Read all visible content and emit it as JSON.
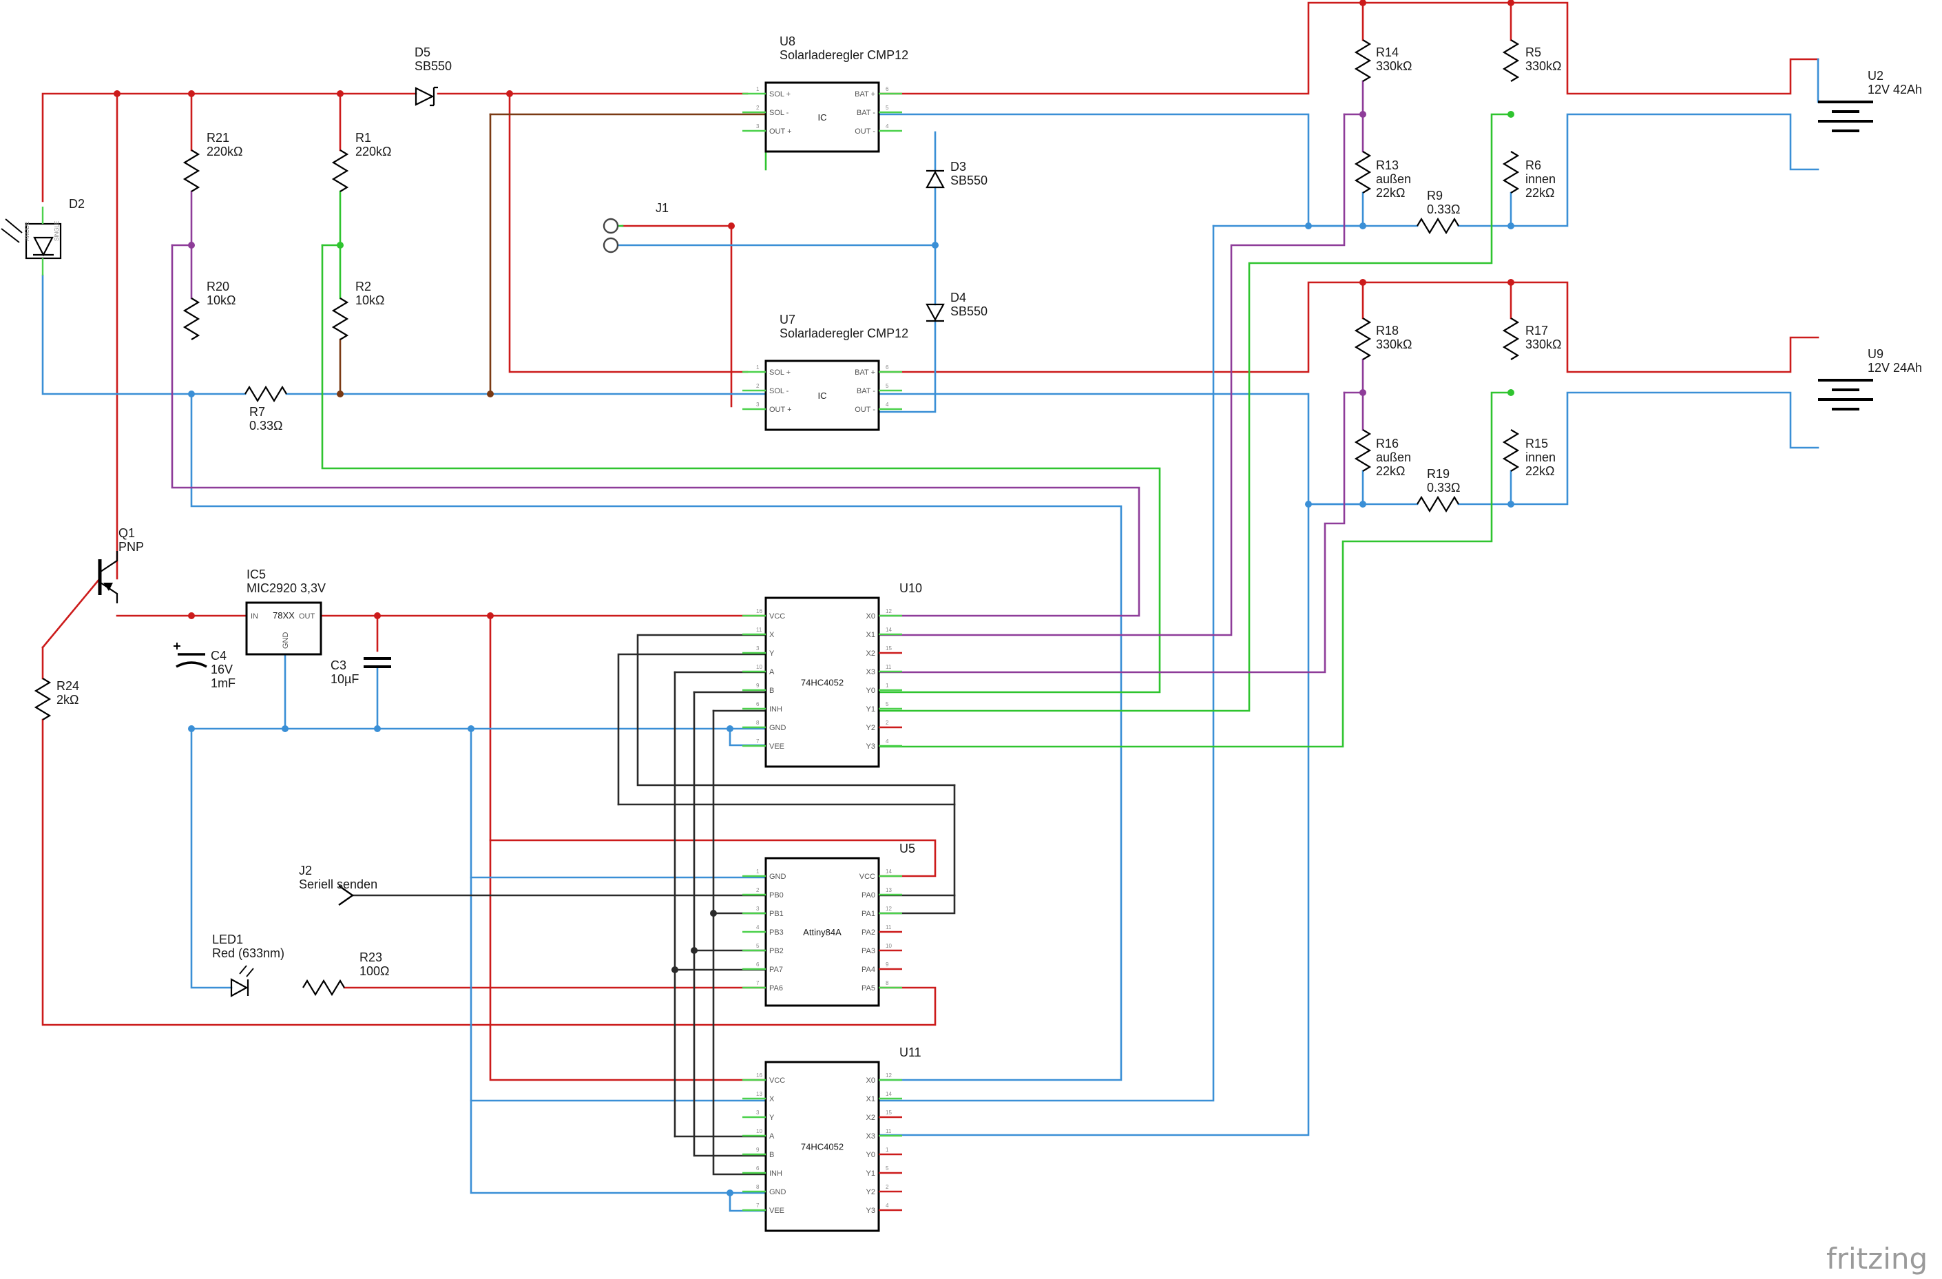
{
  "colors": {
    "red": "#cc1b1b",
    "blue": "#3a8fd6",
    "green": "#2fc42f",
    "purple": "#8e3c99",
    "brown": "#7a3a14",
    "black": "#2a2a2a",
    "pin_unconnected": "#cc1b1b",
    "pin_connected": "#4cd14c"
  },
  "brand": "fritzing",
  "components": {
    "D2": {
      "ref": "D2"
    },
    "D5": {
      "ref": "D5",
      "value": "SB550"
    },
    "D3": {
      "ref": "D3",
      "value": "SB550"
    },
    "D4": {
      "ref": "D4",
      "value": "SB550"
    },
    "R21": {
      "ref": "R21",
      "value": "220kΩ"
    },
    "R1": {
      "ref": "R1",
      "value": "220kΩ"
    },
    "R20": {
      "ref": "R20",
      "value": "10kΩ"
    },
    "R2": {
      "ref": "R2",
      "value": "10kΩ"
    },
    "R7": {
      "ref": "R7",
      "value": "0.33Ω"
    },
    "R14": {
      "ref": "R14",
      "value": "330kΩ"
    },
    "R5": {
      "ref": "R5",
      "value": "330kΩ"
    },
    "R13": {
      "ref": "R13",
      "line1": "außen",
      "value": "22kΩ"
    },
    "R6": {
      "ref": "R6",
      "line1": "innen",
      "value": "22kΩ"
    },
    "R9": {
      "ref": "R9",
      "value": "0.33Ω"
    },
    "R18": {
      "ref": "R18",
      "value": "330kΩ"
    },
    "R17": {
      "ref": "R17",
      "value": "330kΩ"
    },
    "R16": {
      "ref": "R16",
      "line1": "außen",
      "value": "22kΩ"
    },
    "R15": {
      "ref": "R15",
      "line1": "innen",
      "value": "22kΩ"
    },
    "R19": {
      "ref": "R19",
      "value": "0.33Ω"
    },
    "R24": {
      "ref": "R24",
      "value": "2kΩ"
    },
    "R23": {
      "ref": "R23",
      "value": "100Ω"
    },
    "U2": {
      "ref": "U2",
      "value": "12V 42Ah"
    },
    "U9": {
      "ref": "U9",
      "value": "12V 24Ah"
    },
    "J1": {
      "ref": "J1"
    },
    "J2": {
      "ref": "J2",
      "value": "Seriell senden"
    },
    "Q1": {
      "ref": "Q1",
      "value": "PNP"
    },
    "IC5": {
      "ref": "IC5",
      "value": "MIC2920 3,3V",
      "inner": "78XX",
      "in": "IN",
      "out": "OUT",
      "gnd": "GND"
    },
    "C4": {
      "ref": "C4",
      "line1": "16V",
      "value": "1mF"
    },
    "C3": {
      "ref": "C3",
      "value": "10µF"
    },
    "LED1": {
      "ref": "LED1",
      "value": "Red (633nm)"
    },
    "D2_inner": {
      "a": "ANODE",
      "b": "SINGLE"
    }
  },
  "chips": {
    "U8": {
      "ref": "U8",
      "value": "Solarladeregler CMP12",
      "inner": "IC",
      "left": [
        {
          "n": "1",
          "t": "SOL +"
        },
        {
          "n": "2",
          "t": "SOL -"
        },
        {
          "n": "3",
          "t": "OUT +"
        }
      ],
      "right": [
        {
          "n": "6",
          "t": "BAT +"
        },
        {
          "n": "5",
          "t": "BAT -"
        },
        {
          "n": "4",
          "t": "OUT -"
        }
      ]
    },
    "U7": {
      "ref": "U7",
      "value": "Solarladeregler CMP12",
      "inner": "IC",
      "left": [
        {
          "n": "1",
          "t": "SOL +"
        },
        {
          "n": "2",
          "t": "SOL -"
        },
        {
          "n": "3",
          "t": "OUT +"
        }
      ],
      "right": [
        {
          "n": "6",
          "t": "BAT +"
        },
        {
          "n": "5",
          "t": "BAT -"
        },
        {
          "n": "4",
          "t": "OUT -"
        }
      ]
    },
    "U10": {
      "ref": "U10",
      "inner": "74HC4052",
      "left": [
        {
          "n": "16",
          "t": "VCC"
        },
        {
          "n": "11",
          "t": "X"
        },
        {
          "n": "3",
          "t": "Y"
        },
        {
          "n": "10",
          "t": "A"
        },
        {
          "n": "9",
          "t": "B"
        },
        {
          "n": "6",
          "t": "INH"
        },
        {
          "n": "8",
          "t": "GND"
        },
        {
          "n": "7",
          "t": "VEE"
        }
      ],
      "right": [
        {
          "n": "12",
          "t": "X0"
        },
        {
          "n": "14",
          "t": "X1"
        },
        {
          "n": "15",
          "t": "X2"
        },
        {
          "n": "11",
          "t": "X3"
        },
        {
          "n": "1",
          "t": "Y0"
        },
        {
          "n": "5",
          "t": "Y1"
        },
        {
          "n": "2",
          "t": "Y2"
        },
        {
          "n": "4",
          "t": "Y3"
        }
      ]
    },
    "U11": {
      "ref": "U11",
      "inner": "74HC4052",
      "left": [
        {
          "n": "16",
          "t": "VCC"
        },
        {
          "n": "13",
          "t": "X"
        },
        {
          "n": "3",
          "t": "Y"
        },
        {
          "n": "10",
          "t": "A"
        },
        {
          "n": "9",
          "t": "B"
        },
        {
          "n": "6",
          "t": "INH"
        },
        {
          "n": "8",
          "t": "GND"
        },
        {
          "n": "7",
          "t": "VEE"
        }
      ],
      "right": [
        {
          "n": "12",
          "t": "X0"
        },
        {
          "n": "14",
          "t": "X1"
        },
        {
          "n": "15",
          "t": "X2"
        },
        {
          "n": "11",
          "t": "X3"
        },
        {
          "n": "1",
          "t": "Y0"
        },
        {
          "n": "5",
          "t": "Y1"
        },
        {
          "n": "2",
          "t": "Y2"
        },
        {
          "n": "4",
          "t": "Y3"
        }
      ]
    },
    "U5": {
      "ref": "U5",
      "inner": "Attiny84A",
      "left": [
        {
          "n": "1",
          "t": "GND"
        },
        {
          "n": "2",
          "t": "PB0"
        },
        {
          "n": "3",
          "t": "PB1"
        },
        {
          "n": "4",
          "t": "PB3"
        },
        {
          "n": "5",
          "t": "PB2"
        },
        {
          "n": "6",
          "t": "PA7"
        },
        {
          "n": "7",
          "t": "PA6"
        }
      ],
      "right": [
        {
          "n": "14",
          "t": "VCC"
        },
        {
          "n": "13",
          "t": "PA0"
        },
        {
          "n": "12",
          "t": "PA1"
        },
        {
          "n": "11",
          "t": "PA2"
        },
        {
          "n": "10",
          "t": "PA3"
        },
        {
          "n": "9",
          "t": "PA4"
        },
        {
          "n": "8",
          "t": "PA5"
        }
      ]
    }
  }
}
